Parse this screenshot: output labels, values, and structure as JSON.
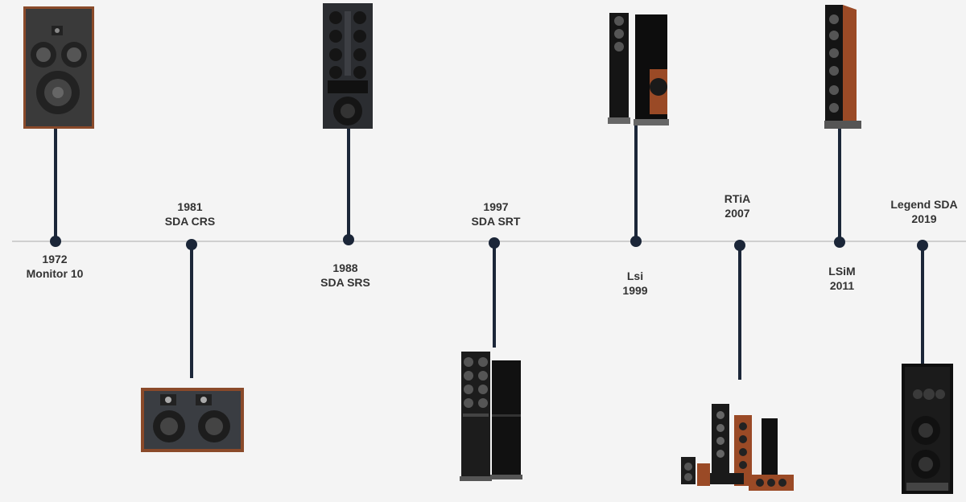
{
  "colors": {
    "background": "#f4f4f4",
    "axis": "#cfcfcf",
    "stem": "#1b2638",
    "dot": "#1b2638",
    "text": "#333333",
    "wood": "#9a4a26",
    "cabinet": "#1a1a1a"
  },
  "milestones": [
    {
      "line1": "1972",
      "line2": "Monitor 10",
      "image": "speaker-monitor-10"
    },
    {
      "line1": "1981",
      "line2": "SDA CRS",
      "image": "speaker-sda-crs"
    },
    {
      "line1": "1988",
      "line2": "SDA SRS",
      "image": "speaker-sda-srs"
    },
    {
      "line1": "1997",
      "line2": "SDA SRT",
      "image": "speaker-sda-srt"
    },
    {
      "line1": "Lsi",
      "line2": "1999",
      "image": "speaker-lsi"
    },
    {
      "line1": "RTiA",
      "line2": "2007",
      "image": "speaker-rtia"
    },
    {
      "line1": "LSiM",
      "line2": "2011",
      "image": "speaker-lsim"
    },
    {
      "line1": "Legend SDA",
      "line2": "2019",
      "image": "speaker-legend-sda"
    }
  ]
}
